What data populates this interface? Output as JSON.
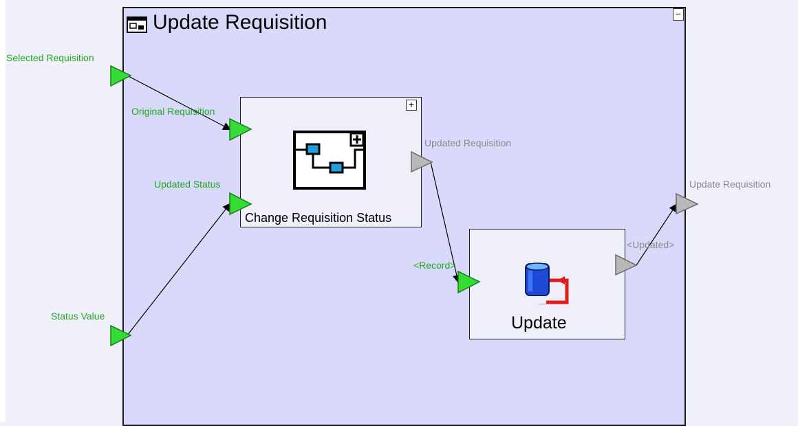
{
  "container": {
    "title": "Update Requisition",
    "collapse_glyph": "−"
  },
  "blocks": {
    "change": {
      "label": "Change Requisition Status",
      "expand_glyph": "+",
      "icon": "subprocess-icon"
    },
    "update": {
      "label": "Update",
      "icon": "database-update-icon"
    }
  },
  "ports": {
    "selected_requisition": "Selected Requisition",
    "status_value": "Status Value",
    "original_requisition": "Original Requisition",
    "updated_status": "Updated Status",
    "updated_requisition": "Updated Requisition",
    "record": "<Record>",
    "updated": "<Updated>",
    "update_requisition_out": "Update Requisition"
  },
  "colors": {
    "container_bg": "#d9d9fb",
    "block_bg": "#efeff9",
    "input_port": "#33dd33",
    "output_port": "#b8b8b8",
    "input_label": "#22a822",
    "output_label": "#8a8a8a"
  }
}
